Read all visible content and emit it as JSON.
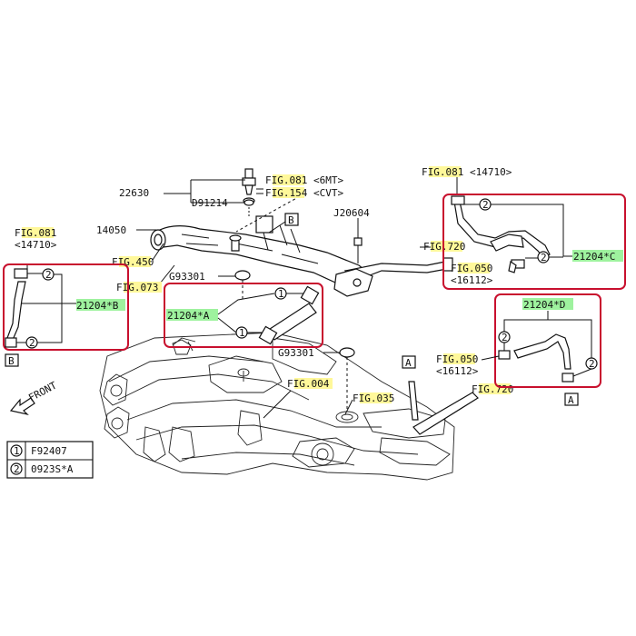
{
  "colors": {
    "frame": "#c8102e",
    "fig_highlight": "#fff89a",
    "part_highlight": "#9ef29e",
    "ink": "#111111"
  },
  "labels": {
    "p22630": "22630",
    "d91214": "D91214",
    "fig081_a_pre": "F",
    "fig081_a_hl": "IG.08",
    "fig081_a_post": "1 <6MT>",
    "fig154_pre": "F",
    "fig154_hl": "IG.15",
    "fig154_post": "4 <CVT>",
    "boxB_top": "B",
    "j20604": "J20604",
    "p14050": "14050",
    "fig081_l_pre": "F",
    "fig081_l_hl": "IG.08",
    "fig081_l_post": "1",
    "l14710": "<14710>",
    "fig450_pre": "F",
    "fig450_hl": "IG.45",
    "fig450_post": "0",
    "g93301_a": "G93301",
    "fig073_pre": "F",
    "fig073_hl": "IG.073",
    "fig073_post": "",
    "fig720_a_pre": "F",
    "fig720_a_hl": "IG.72",
    "fig720_a_post": "0",
    "fig081_r_pre": "F",
    "fig081_r_hl": "IG.08",
    "fig081_r_post": "1 <14710>",
    "fig050_a_pre": "F",
    "fig050_a_hl": "IG.05",
    "fig050_a_post": "0",
    "r16112_a": "<16112>",
    "p21204c_hl": "21204*C",
    "p21204a_hl": "21204*A",
    "p21204b_hl": "21204*B",
    "p21204d_hl": "21204*D",
    "g93301_b": "G93301",
    "fig004_pre": "F",
    "fig004_hl": "IG.004",
    "fig004_post": "",
    "fig035_pre": "F",
    "fig035_hl": "IG.03",
    "fig035_post": "5",
    "fig050_b_pre": "F",
    "fig050_b_hl": "IG.05",
    "fig050_b_post": "0",
    "r16112_b": "<16112>",
    "fig720_b_pre": "F",
    "fig720_b_hl": "IG.72",
    "fig720_b_post": "0",
    "boxA_top": "A",
    "boxA_right": "A",
    "boxB_left": "B",
    "front": "FRONT",
    "c1": "1",
    "c2": "2"
  },
  "legend": [
    {
      "num": "1",
      "part": "F92407"
    },
    {
      "num": "2",
      "part": "0923S*A"
    }
  ]
}
